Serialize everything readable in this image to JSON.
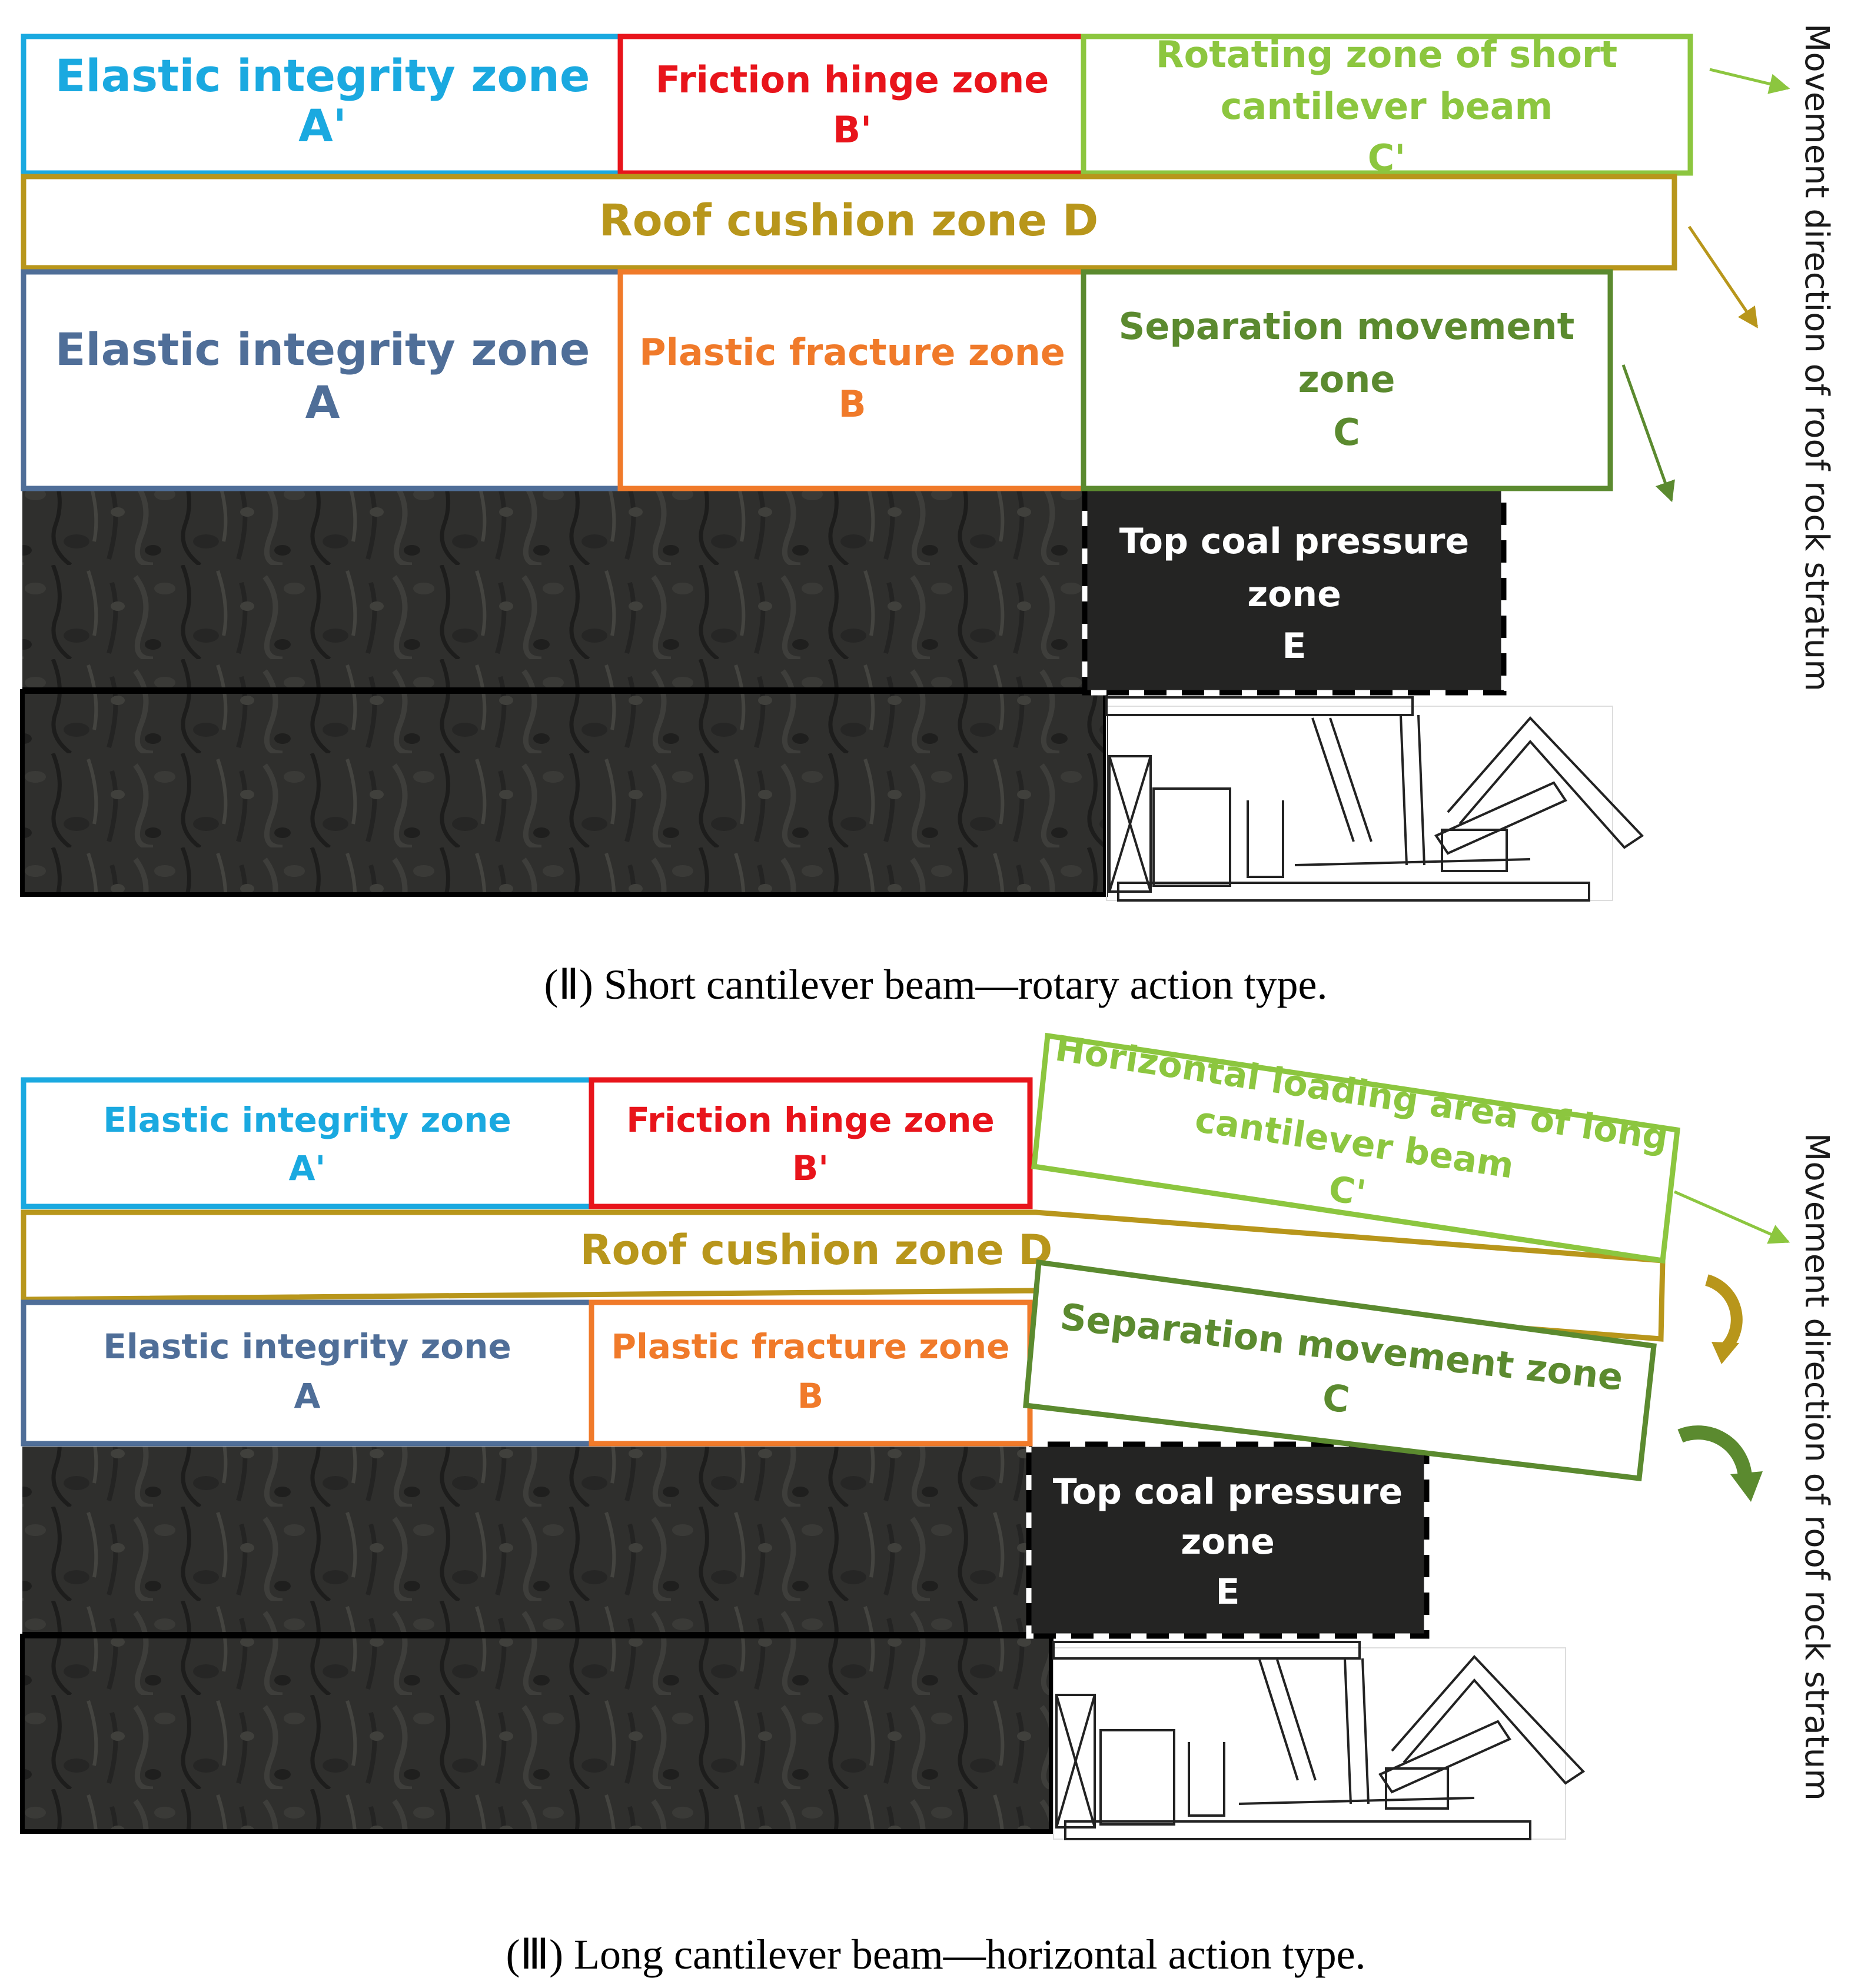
{
  "colors": {
    "sky_blue": "#1AA9E0",
    "slate_blue": "#4F6E98",
    "red": "#E8141B",
    "orange": "#F07A2A",
    "light_green": "#8CC63F",
    "dark_green": "#5B8A2F",
    "olive_gold": "#B8961B",
    "coal": "#2e2e2c",
    "coal_dark": "#1c1c1b"
  },
  "panel_short": {
    "zone_a_prime": {
      "line1": "Elastic integrity zone",
      "line2": "A'"
    },
    "zone_b_prime": {
      "line1": "Friction hinge zone",
      "line2": "B'"
    },
    "zone_c_prime": {
      "line1": "Rotating zone of short",
      "line2": "cantilever beam",
      "line3": "C'"
    },
    "zone_d": {
      "line1": "Roof cushion zone D"
    },
    "zone_a": {
      "line1": "Elastic integrity zone",
      "line2": "A"
    },
    "zone_b": {
      "line1": "Plastic fracture zone",
      "line2": "B"
    },
    "zone_c": {
      "line1": "Separation movement",
      "line2": "zone",
      "line3": "C"
    },
    "zone_e": {
      "line1": "Top coal pressure",
      "line2": "zone",
      "line3": "E"
    },
    "side_label": "Movement direction of roof rock stratum",
    "caption": "(Ⅱ) Short cantilever beam—rotary action type."
  },
  "panel_long": {
    "zone_a_prime": {
      "line1": "Elastic integrity zone",
      "line2": "A'"
    },
    "zone_b_prime": {
      "line1": "Friction hinge zone",
      "line2": "B'"
    },
    "zone_c_prime": {
      "line1": "Horizontal loading area of long",
      "line2": "cantilever beam",
      "line3": "C'"
    },
    "zone_d": {
      "line1": "Roof cushion zone D"
    },
    "zone_a": {
      "line1": "Elastic integrity zone",
      "line2": "A"
    },
    "zone_b": {
      "line1": "Plastic fracture zone",
      "line2": "B"
    },
    "zone_c": {
      "line1": "Separation movement zone",
      "line2": "C"
    },
    "zone_e": {
      "line1": "Top coal pressure",
      "line2": "zone",
      "line3": "E"
    },
    "side_label": "Movement direction of roof rock stratum",
    "caption": "(Ⅲ) Long cantilever beam—horizontal action type."
  }
}
